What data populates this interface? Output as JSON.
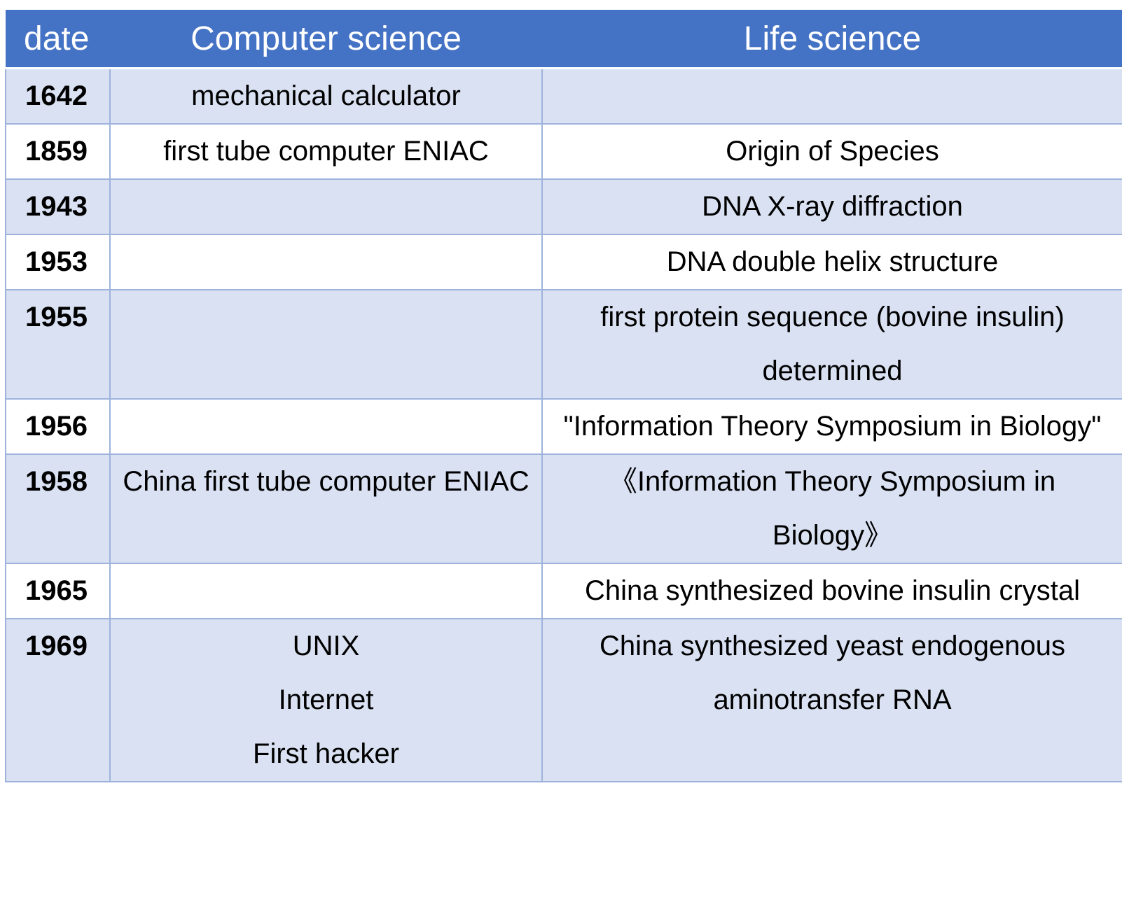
{
  "headers": {
    "date": "date",
    "computer_science": "Computer science",
    "life_science": "Life science"
  },
  "rows": [
    {
      "date": "1642",
      "cs": [
        "mechanical calculator"
      ],
      "ls": []
    },
    {
      "date": "1859",
      "cs": [
        "first tube computer ENIAC"
      ],
      "ls": [
        "Origin of Species"
      ]
    },
    {
      "date": "1943",
      "cs": [],
      "ls": [
        "DNA X-ray diffraction"
      ]
    },
    {
      "date": "1953",
      "cs": [],
      "ls": [
        "DNA double helix structure"
      ]
    },
    {
      "date": "1955",
      "cs": [],
      "ls": [
        "first protein sequence (bovine insulin) determined"
      ]
    },
    {
      "date": "1956",
      "cs": [],
      "ls": [
        "\"Information Theory Symposium in Biology\""
      ]
    },
    {
      "date": "1958",
      "cs": [
        "China first tube computer ENIAC"
      ],
      "ls": [
        "《Information Theory Symposium in Biology》"
      ]
    },
    {
      "date": "1965",
      "cs": [],
      "ls": [
        "China synthesized bovine insulin crystal"
      ]
    },
    {
      "date": "1969",
      "cs": [
        "UNIX",
        "Internet",
        "First hacker"
      ],
      "ls": [
        "China synthesized yeast endogenous aminotransfer RNA"
      ]
    }
  ],
  "colors": {
    "header_bg": "#4472c4",
    "header_text": "#ffffff",
    "row_shade": "#d9e1f2",
    "row_plain": "#ffffff",
    "grid_line": "#9eb3dc"
  }
}
